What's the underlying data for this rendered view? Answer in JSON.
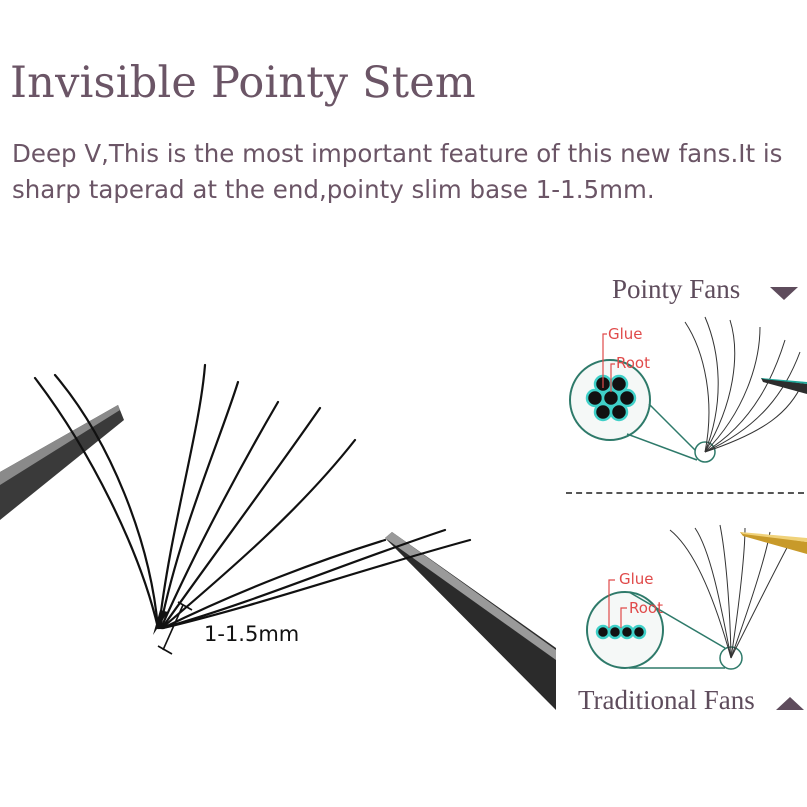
{
  "heading": {
    "title": "Invisible Pointy Stem"
  },
  "description": {
    "text": "Deep V,This is the most important feature of this new fans.It is sharp taperad at the end,pointy slim base 1-1.5mm."
  },
  "main_image": {
    "measure_label": "1-1.5mm"
  },
  "pointy_panel": {
    "label": "Pointy Fans",
    "glue_label": "Glue",
    "root_label": "Root",
    "arrow_icon": "triangle-down-icon"
  },
  "traditional_panel": {
    "label": "Traditional Fans",
    "glue_label": "Glue",
    "root_label": "Root",
    "arrow_icon": "triangle-up-icon"
  },
  "colors": {
    "text_accent": "#6b5566",
    "annotation_red": "#e04a4a",
    "ring_teal": "#2e7a6a",
    "root_cyan": "#3fd0c8"
  }
}
